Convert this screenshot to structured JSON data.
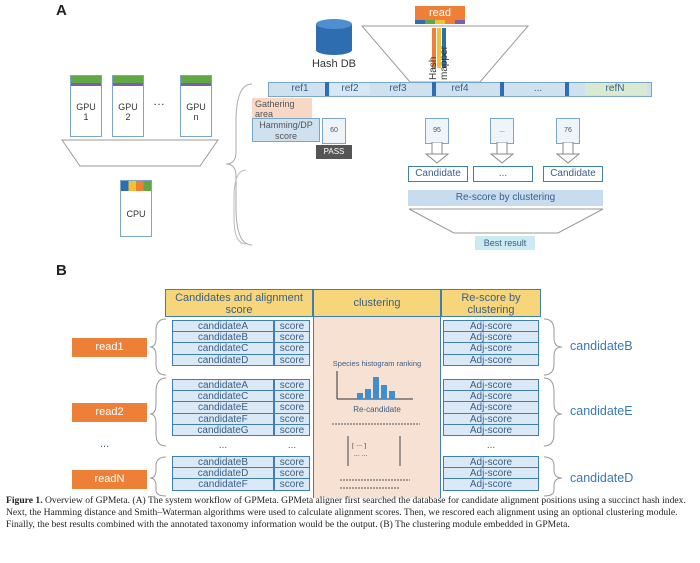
{
  "panel_a": {
    "letter": "A",
    "read_label": "read",
    "hash_mapper_label": "Hash mapper",
    "hash_db_label": "Hash DB",
    "gpus": [
      {
        "label": "GPU\n1"
      },
      {
        "label": "GPU\n2"
      },
      {
        "label": "GPU\nn"
      }
    ],
    "gpu_dots": "…",
    "cpu_label": "CPU",
    "refs": [
      "ref1",
      "ref2",
      "ref3",
      "ref4",
      "...",
      "refN"
    ],
    "gathering_area": "Gathering area",
    "hamming_score": "Hamming/DP score",
    "scores": [
      "60",
      "95",
      "...",
      "76"
    ],
    "pass_label": "PASS",
    "candidates": [
      "Candidate",
      "...",
      "Candidate"
    ],
    "rescore_label": "Re-score by clustering",
    "best_result": "Best result"
  },
  "panel_b": {
    "letter": "B",
    "headers": {
      "candidates": "Candidates and alignment score",
      "clustering": "clustering",
      "rescore": "Re-score by clustering"
    },
    "reads": [
      {
        "label": "read1",
        "result": "candidateB",
        "candidates": [
          "candidateA",
          "candidateB",
          "candidateC",
          "candidateD"
        ]
      },
      {
        "label": "read2",
        "result": "candidateE",
        "candidates": [
          "candidateA",
          "candidateC",
          "candidateE",
          "candidateF",
          "candidateG"
        ]
      },
      {
        "label": "readN",
        "result": "candidateD",
        "candidates": [
          "candidateB",
          "candidateD",
          "candidateF"
        ]
      }
    ],
    "score_label": "score",
    "adj_score_label": "Adj-score",
    "dots": "...",
    "read_dots": "...",
    "species_histogram": "Species histogram ranking",
    "re_candidate": "Re-candidate"
  },
  "caption": {
    "bold": "Figure 1.",
    "text": " Overview of GPMeta. (A) The system workflow of GPMeta. GPMeta aligner first searched the database for candidate alignment positions using a succinct hash index. Next, the Hamming distance and Smith–Waterman algorithms were used to calculate alignment scores. Then, we rescored each alignment using an optional clustering module. Finally, the best results combined with the annotated taxonomy information would be the output. (B) The clustering module embedded in GPMeta."
  },
  "colors": {
    "orange": "#ee7f37",
    "blue_border": "#3f7fb3",
    "header_yellow": "#f7d57a",
    "cluster_bg": "#f7e1d3",
    "green": "#5fa843",
    "light_blue": "#cfe0ef"
  }
}
